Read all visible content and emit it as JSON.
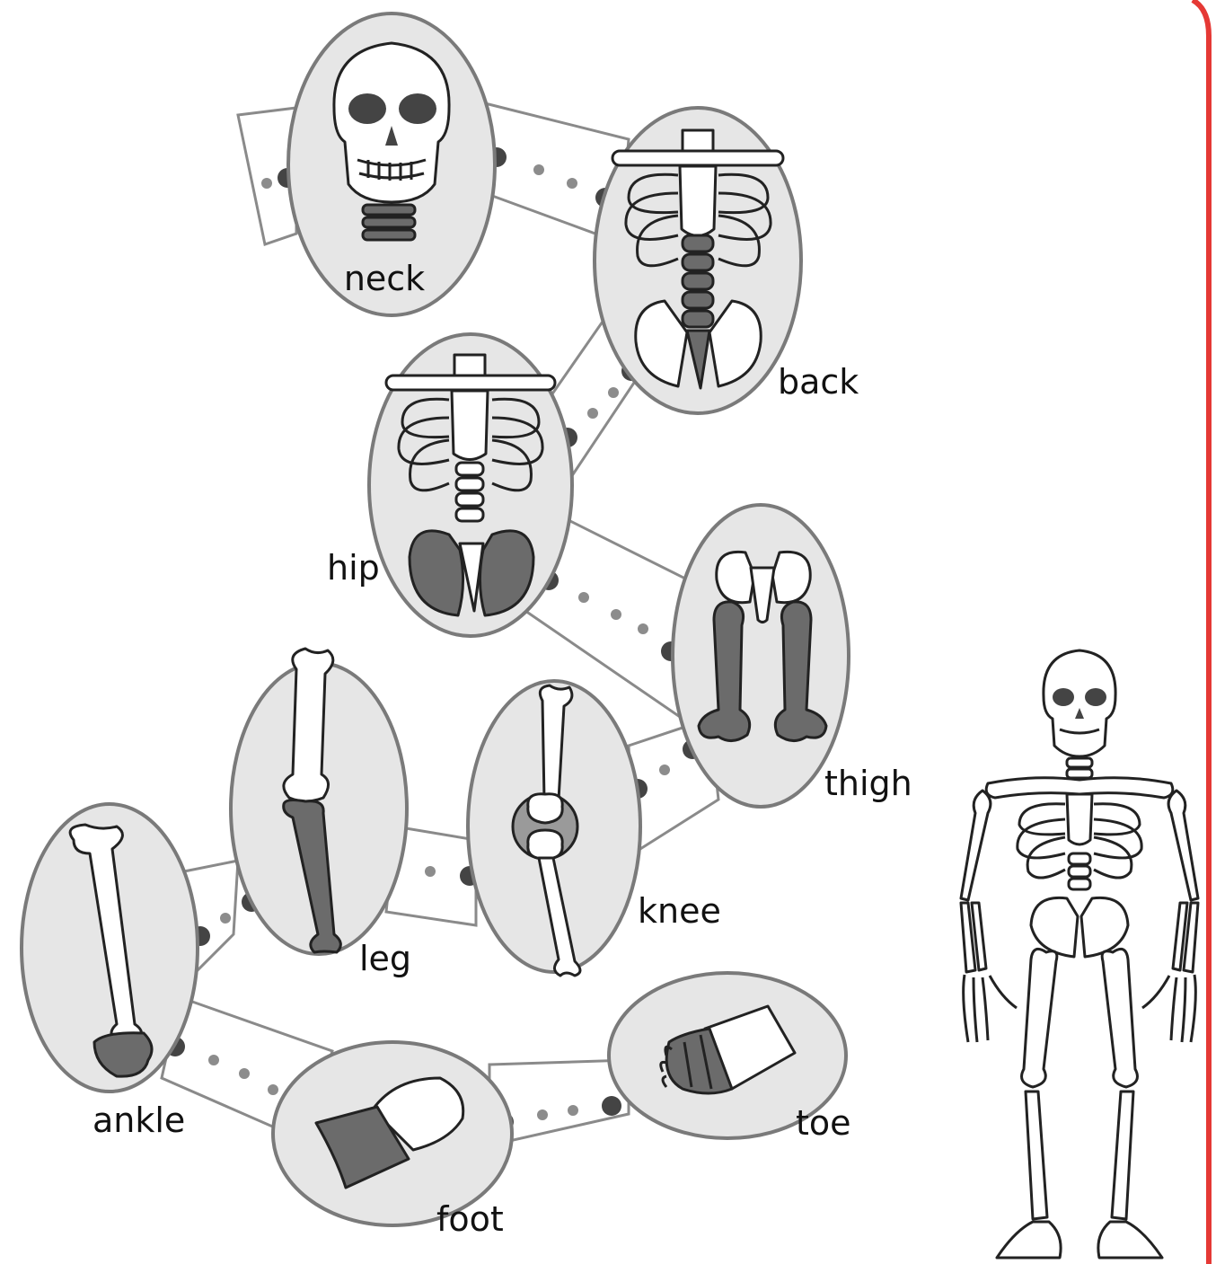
{
  "diagram": {
    "labels": {
      "neck": "neck",
      "back": "back",
      "hip": "hip",
      "thigh": "thigh",
      "knee": "knee",
      "leg": "leg",
      "ankle": "ankle",
      "foot": "foot",
      "toe": "toe"
    },
    "colors": {
      "border": "#e53935",
      "node_fill": "#e6e6e6",
      "highlight": "#6b6b6b"
    }
  }
}
